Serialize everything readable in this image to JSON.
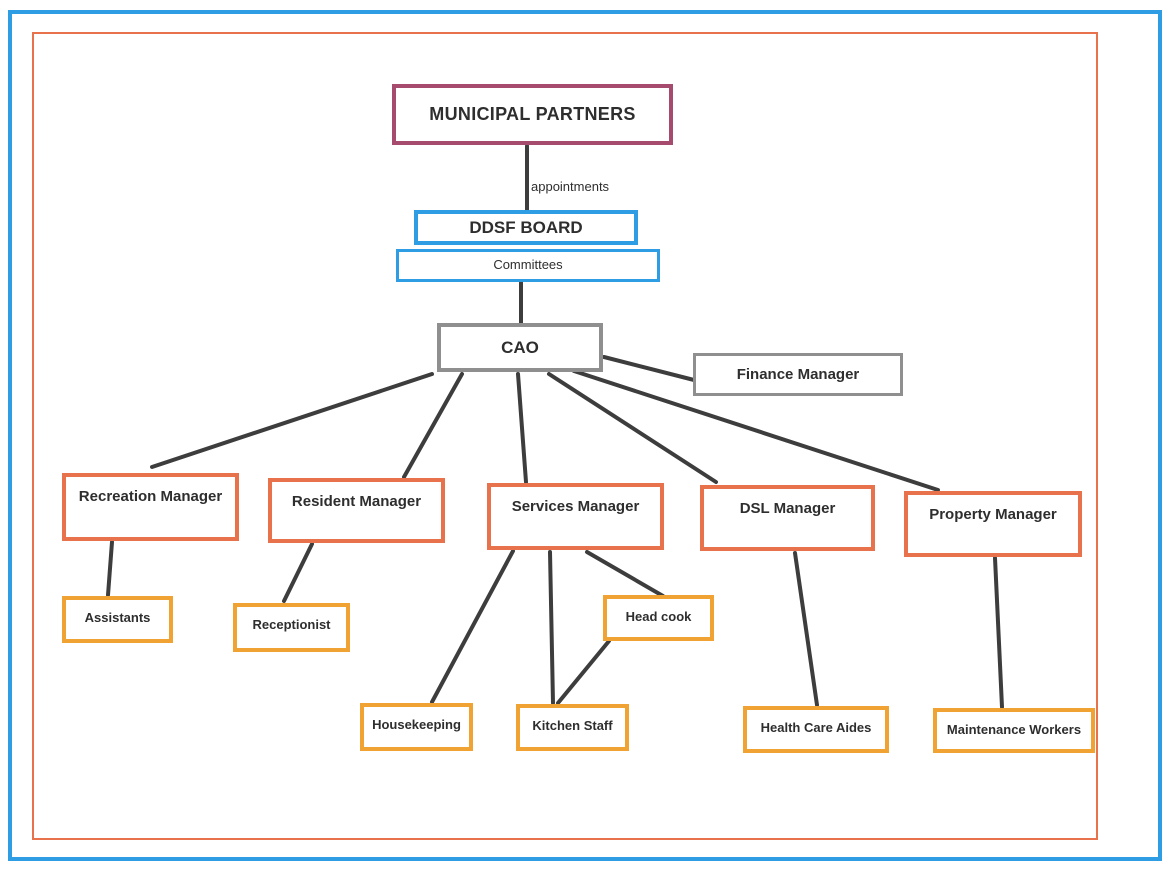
{
  "diagram": {
    "type": "org-chart",
    "colors": {
      "frame_outer_blue": "#2f9de4",
      "frame_inner_orange": "#e8724c",
      "partners_maroon": "#a64a6e",
      "board_blue": "#2f9de4",
      "admin_gray": "#8f8f8f",
      "manager_orange": "#e8724c",
      "staff_amber": "#f0a232",
      "connector_line": "#3d3d3d",
      "text": "#2e2e2e"
    },
    "nodes": {
      "municipal_partners": {
        "label": "MUNICIPAL PARTNERS"
      },
      "ddsf_board": {
        "label": "DDSF BOARD"
      },
      "committees": {
        "label": "Committees"
      },
      "cao": {
        "label": "CAO"
      },
      "finance_manager": {
        "label": "Finance Manager"
      },
      "recreation_manager": {
        "label": "Recreation Manager"
      },
      "resident_manager": {
        "label": "Resident Manager"
      },
      "services_manager": {
        "label": "Services Manager"
      },
      "dsl_manager": {
        "label": "DSL Manager"
      },
      "property_manager": {
        "label": "Property Manager"
      },
      "assistants": {
        "label": "Assistants"
      },
      "receptionist": {
        "label": "Receptionist"
      },
      "housekeeping": {
        "label": "Housekeeping"
      },
      "kitchen_staff": {
        "label": "Kitchen Staff"
      },
      "head_cook": {
        "label": "Head cook"
      },
      "health_care_aides": {
        "label": "Health  Care Aides"
      },
      "maintenance_workers": {
        "label": "Maintenance Workers"
      }
    },
    "edge_labels": {
      "appointments": "appointments"
    },
    "edges": [
      {
        "from": "municipal_partners",
        "to": "ddsf_board",
        "label": "appointments"
      },
      {
        "from": "committees",
        "to": "cao",
        "label": ""
      },
      {
        "from": "cao",
        "to": "finance_manager",
        "label": ""
      },
      {
        "from": "cao",
        "to": "recreation_manager",
        "label": ""
      },
      {
        "from": "cao",
        "to": "resident_manager",
        "label": ""
      },
      {
        "from": "cao",
        "to": "services_manager",
        "label": ""
      },
      {
        "from": "cao",
        "to": "dsl_manager",
        "label": ""
      },
      {
        "from": "cao",
        "to": "property_manager",
        "label": ""
      },
      {
        "from": "recreation_manager",
        "to": "assistants",
        "label": ""
      },
      {
        "from": "resident_manager",
        "to": "receptionist",
        "label": ""
      },
      {
        "from": "services_manager",
        "to": "housekeeping",
        "label": ""
      },
      {
        "from": "services_manager",
        "to": "kitchen_staff",
        "label": ""
      },
      {
        "from": "services_manager",
        "to": "head_cook",
        "label": ""
      },
      {
        "from": "head_cook",
        "to": "kitchen_staff",
        "label": ""
      },
      {
        "from": "dsl_manager",
        "to": "health_care_aides",
        "label": ""
      },
      {
        "from": "property_manager",
        "to": "maintenance_workers",
        "label": ""
      }
    ]
  }
}
